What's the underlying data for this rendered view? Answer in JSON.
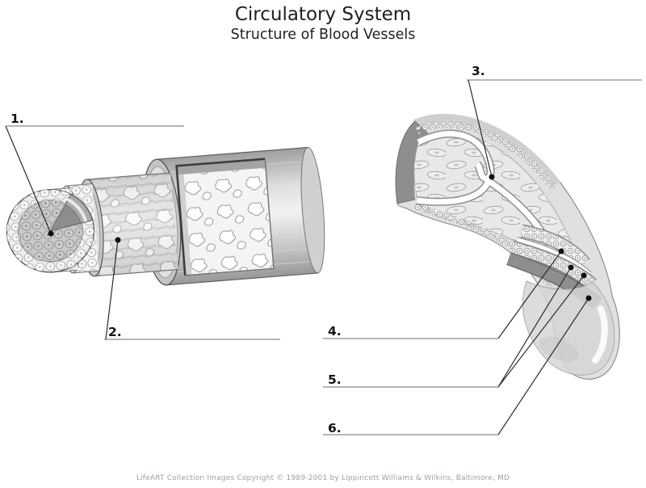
{
  "header": {
    "title": "Circulatory System",
    "subtitle": "Structure of Blood Vessels"
  },
  "labels": [
    {
      "number": "1."
    },
    {
      "number": "2."
    },
    {
      "number": "3."
    },
    {
      "number": "4."
    },
    {
      "number": "5."
    },
    {
      "number": "6."
    }
  ],
  "figures": {
    "left_vessel": "telescoped-artery-cutaway",
    "right_vessel": "curved-vessel-cutaway-with-valve"
  },
  "footer": {
    "credit": "LifeART Collection Images Copyright © 1989-2001 by Lippincott Williams & Wilkins, Baltimore, MD"
  },
  "colors": {
    "background": "#ffffff",
    "text": "#1f1f1f",
    "blank_line": "#8a8a8a",
    "leader_line": "#2b2b2b",
    "pointer_dot": "#0f0f0f",
    "footer_text": "#9aa0a6",
    "artwork_dark_gray": "#8e8e8e",
    "artwork_light_gray": "#e0e0e0"
  }
}
